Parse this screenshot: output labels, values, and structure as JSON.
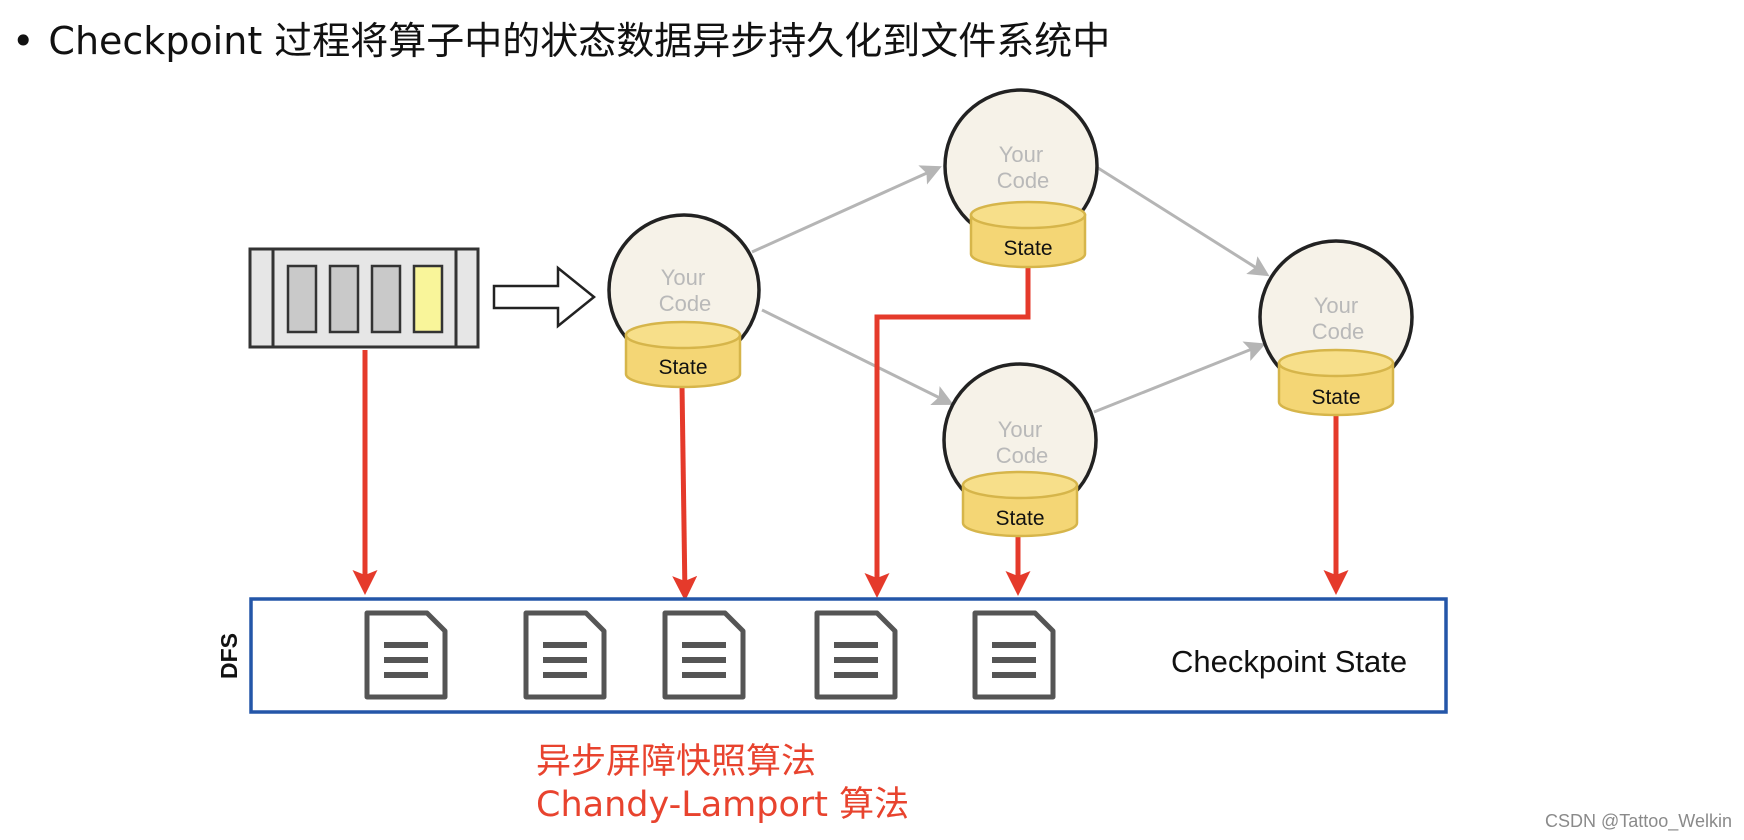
{
  "heading": {
    "bullet": "•",
    "text": "Checkpoint 过程将算子中的状态数据异步持久化到文件系统中"
  },
  "diagram": {
    "operator_label_line1": "Your",
    "operator_label_line2": "Code",
    "state_label": "State",
    "dfs_label": "DFS",
    "checkpoint_label": "Checkpoint State"
  },
  "notes": {
    "line1": "异步屏障快照算法",
    "line2": "Chandy-Lamport 算法"
  },
  "watermark": "CSDN @Tattoo_Welkin",
  "colors": {
    "red": "#e53a2b",
    "blue": "#2456a8",
    "node_fill": "#f6f2e8",
    "state_fill": "#f4d675",
    "gray_arrow": "#b5b5b5",
    "yellow_box": "#f9f59a"
  }
}
